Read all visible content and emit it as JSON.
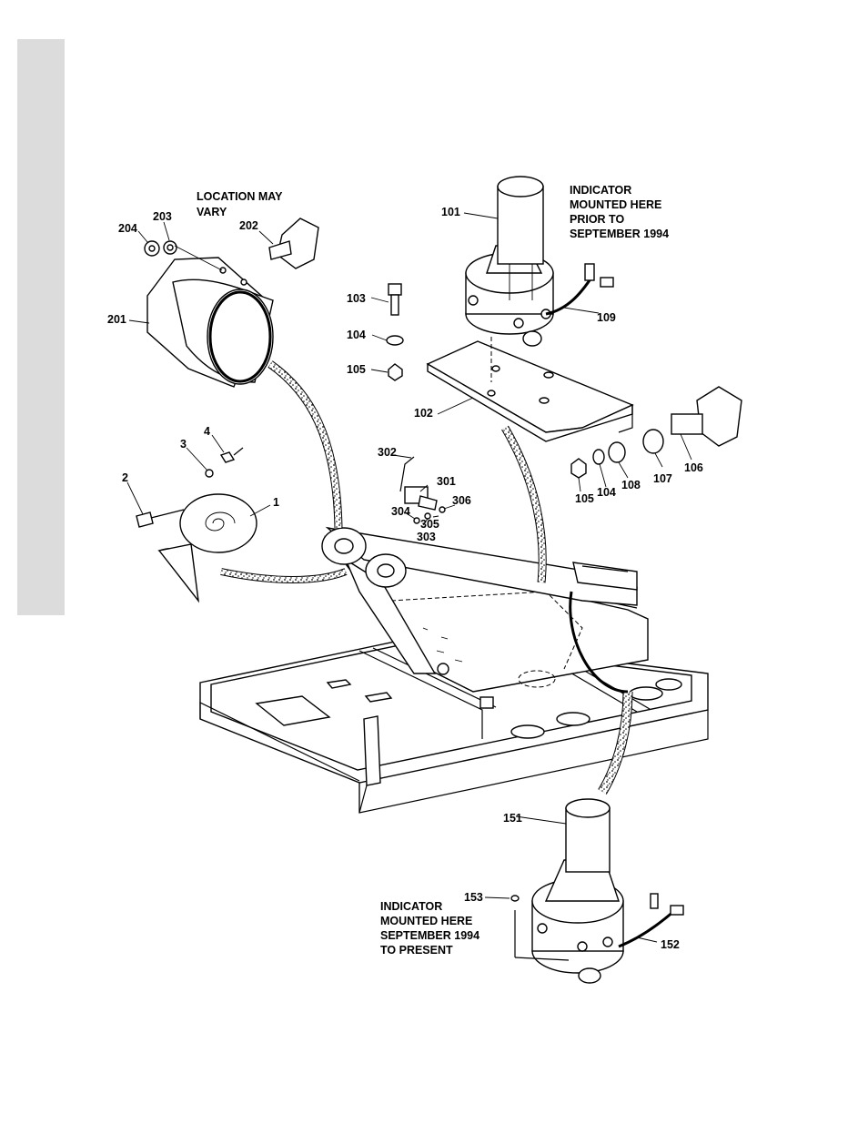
{
  "notes": {
    "location": [
      "LOCATION MAY",
      "VARY"
    ],
    "upper_indicator": [
      "INDICATOR",
      "MOUNTED HERE",
      "PRIOR TO",
      "SEPTEMBER 1994"
    ],
    "lower_indicator": [
      "INDICATOR",
      "MOUNTED HERE",
      "SEPTEMBER 1994",
      "TO PRESENT"
    ]
  },
  "callouts": {
    "c1": "1",
    "c2": "2",
    "c3": "3",
    "c4": "4",
    "c101": "101",
    "c102": "102",
    "c103": "103",
    "c104a": "104",
    "c105a": "105",
    "c104b": "104",
    "c105b": "105",
    "c106": "106",
    "c107": "107",
    "c108": "108",
    "c109": "109",
    "c151": "151",
    "c152": "152",
    "c153": "153",
    "c201": "201",
    "c202": "202",
    "c203": "203",
    "c204": "204",
    "c301": "301",
    "c302": "302",
    "c303": "303",
    "c304": "304",
    "c305": "305",
    "c306": "306"
  }
}
